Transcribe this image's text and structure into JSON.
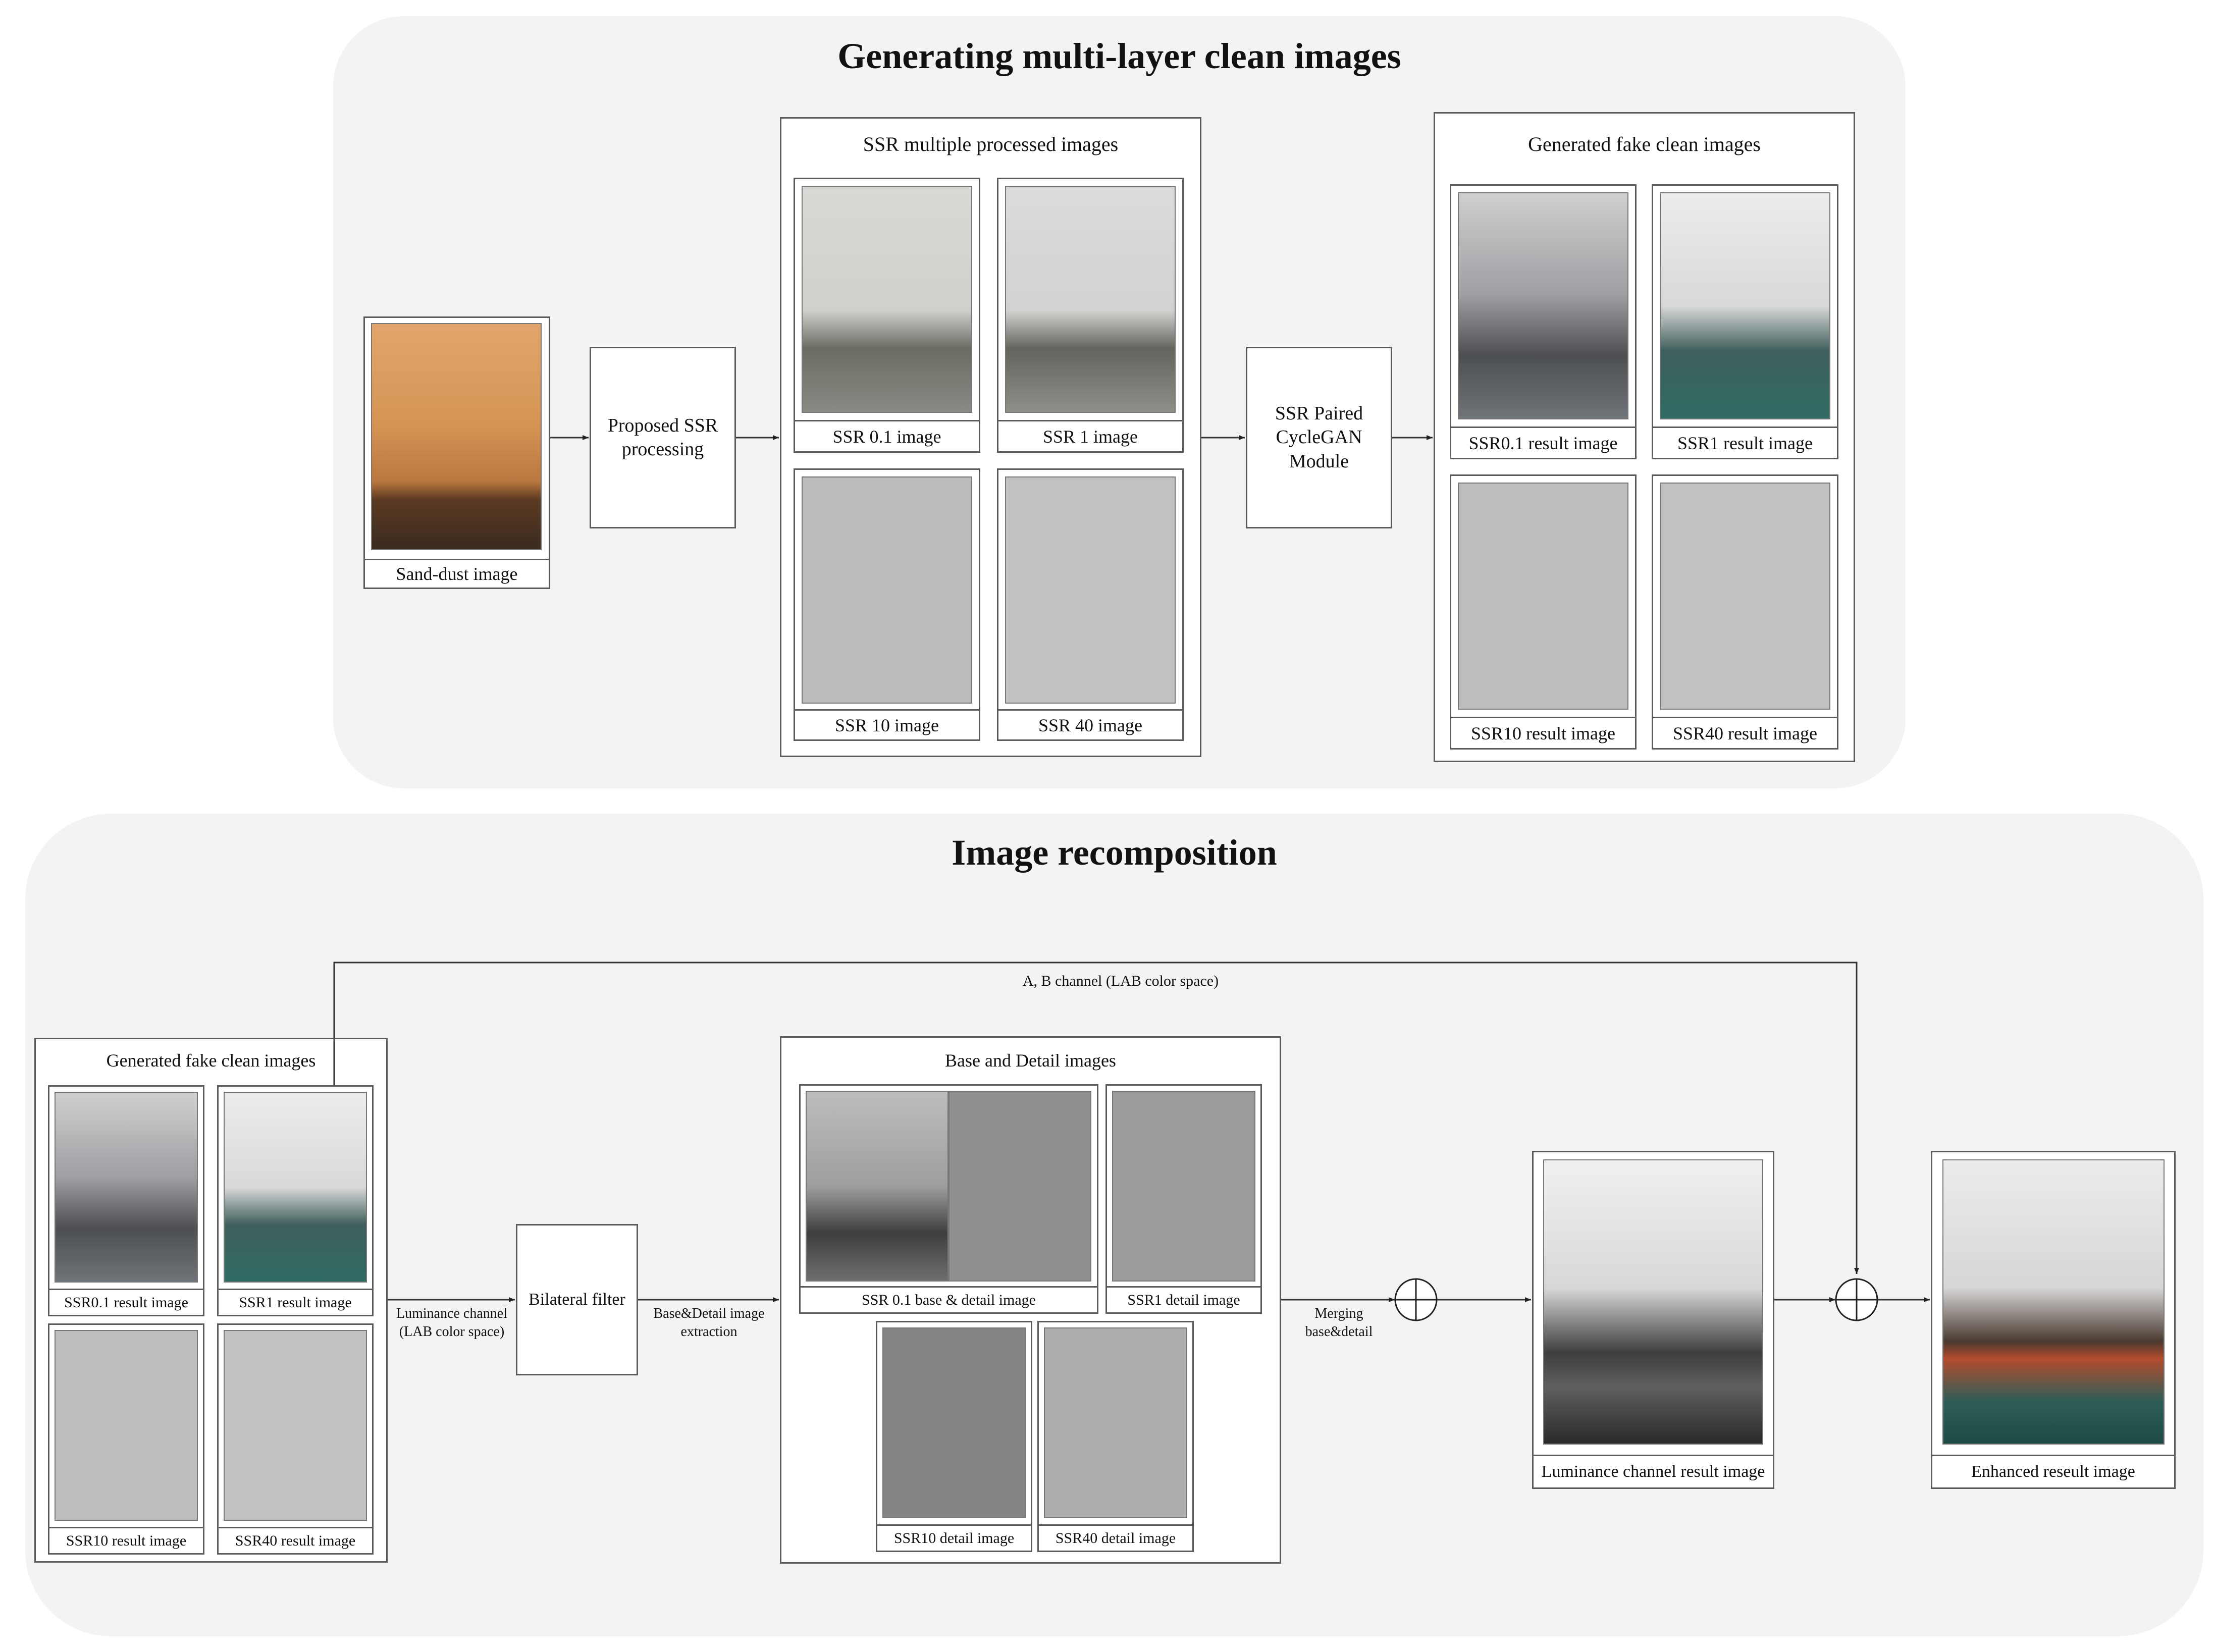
{
  "top": {
    "title": "Generating multi-layer clean images",
    "input_caption": "Sand-dust image",
    "ssr_processing": "Proposed SSR\nprocessing",
    "ssr_group_title": "SSR multiple processed images",
    "ssr_captions": [
      "SSR 0.1 image",
      "SSR 1 image",
      "SSR 10 image",
      "SSR 40 image"
    ],
    "cyclegan": "SSR Paired\nCycleGAN\nModule",
    "fake_group_title": "Generated fake clean images",
    "fake_captions": [
      "SSR0.1 result image",
      "SSR1 result image",
      "SSR10 result image",
      "SSR40 result image"
    ]
  },
  "bottom": {
    "title": "Image recomposition",
    "ab_channel": "A, B channel (LAB color space)",
    "fake_group_title": "Generated fake clean images",
    "fake_captions": [
      "SSR0.1 result image",
      "SSR1 result image",
      "SSR10 result image",
      "SSR40 result image"
    ],
    "luminance_note": "Luminance channel\n(LAB color space)",
    "bilateral": "Bilateral filter",
    "extraction_note": "Base&Detail image\nextraction",
    "base_group_title": "Base and Detail images",
    "base_captions": [
      "SSR 0.1 base & detail image",
      "SSR1 detail image",
      "SSR10 detail image",
      "SSR40 detail image"
    ],
    "merging_note": "Merging\nbase&detail",
    "luminance_result": "Luminance channel result image",
    "enhanced_result": "Enhanced reseult image"
  },
  "colors": {
    "panel_bg": "#f3f3f3",
    "border": "#5a5a5a",
    "dust_orange": "#c98a4e",
    "haze_gray": "#bdbdbd",
    "detail_gray": "#9a9a9a"
  }
}
